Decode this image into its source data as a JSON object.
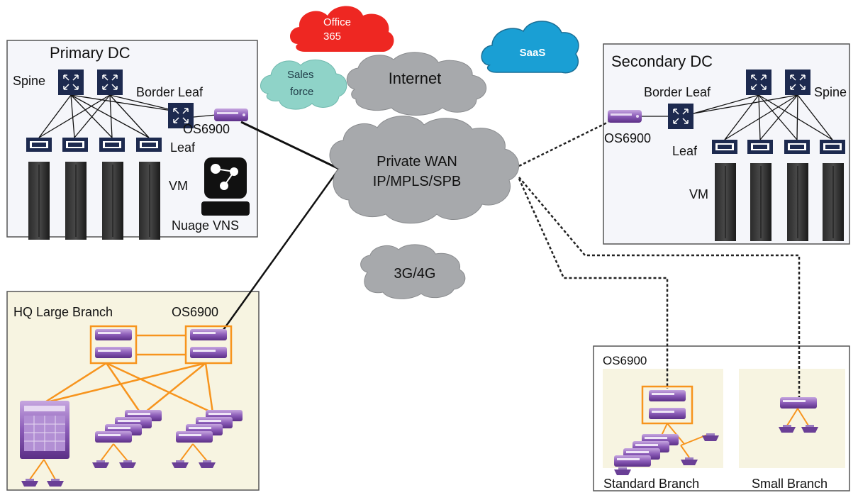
{
  "clouds": {
    "office365": {
      "line1": "Office",
      "line2": "365"
    },
    "salesforce": {
      "line1": "Sales",
      "line2": "force"
    },
    "internet": "Internet",
    "saas": "SaaS",
    "private_wan": {
      "line1": "Private WAN",
      "line2": "IP/MPLS/SPB"
    },
    "cellular": "3G/4G"
  },
  "primary_dc": {
    "title": "Primary DC",
    "spine_label": "Spine",
    "border_leaf_label": "Border Leaf",
    "switch_label": "OS6900",
    "leaf_label": "Leaf",
    "vm_label": "VM",
    "nuage_label": "Nuage VNS"
  },
  "secondary_dc": {
    "title": "Secondary DC",
    "border_leaf_label": "Border Leaf",
    "spine_label": "Spine",
    "switch_label": "OS6900",
    "leaf_label": "Leaf",
    "vm_label": "VM"
  },
  "hq_branch": {
    "title": "HQ Large Branch",
    "switch_label": "OS6900"
  },
  "branches": {
    "switch_label": "OS6900",
    "standard_label": "Standard Branch",
    "small_label": "Small Branch"
  },
  "colors": {
    "panel_bg": "#f5f6fa",
    "branch_bg": "#f7f4e1",
    "orange_link": "#f7941d",
    "office_red": "#ee2722",
    "saas_blue": "#1a9fd4",
    "salesforce_teal": "#8fd3c8",
    "cloud_grey": "#a7a9ac",
    "device_purple": "#7a4fa0",
    "switch_navy": "#1d2a4f"
  }
}
